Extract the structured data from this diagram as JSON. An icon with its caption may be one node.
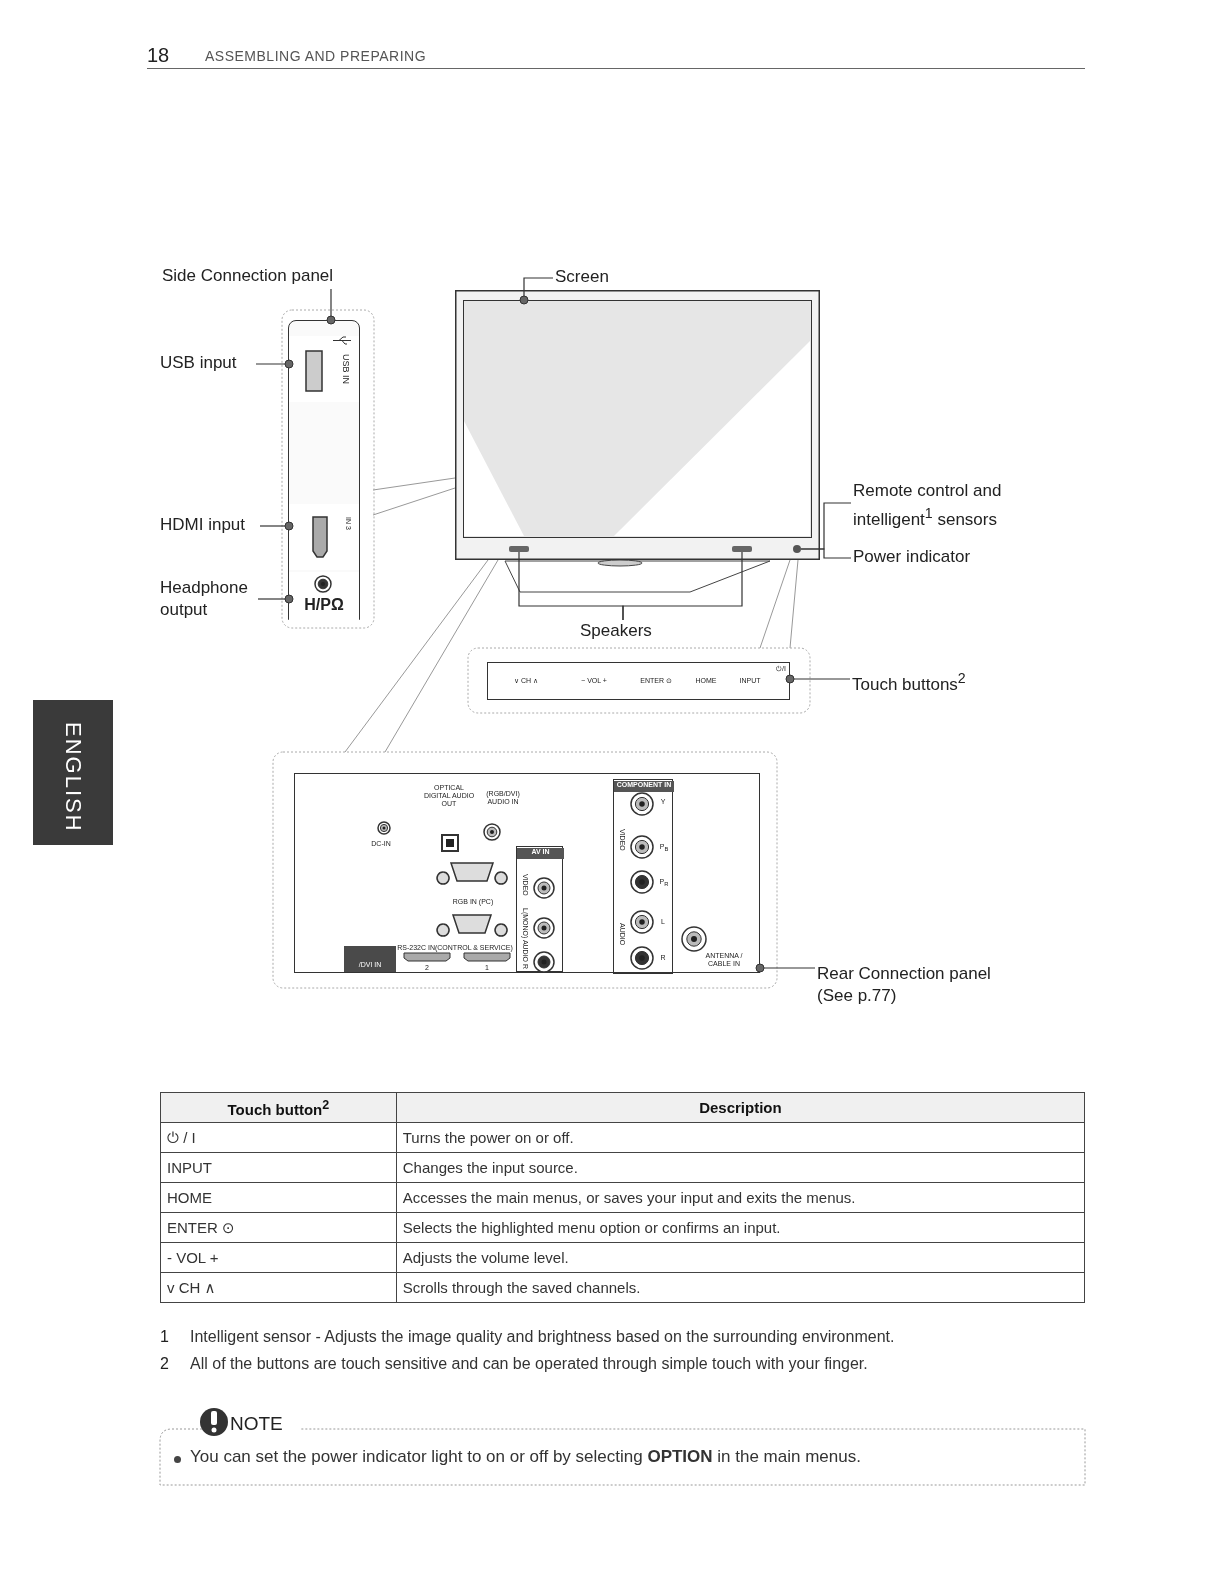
{
  "diagram": {
    "nodes": [
      {
        "text": [
          "Side Connection panel"
        ]
      },
      {
        "text": [],
        "shape": "box"
      },
      {
        "text": [
          "USB input"
        ]
      },
      {
        "text": [
          "USB IN"
        ],
        "in": 1
      },
      {
        "text": [
          "HDMI input"
        ]
      },
      {
        "text": [
          "IN 3"
        ],
        "in": 1
      },
      {
        "text": [
          "Headphone output"
        ]
      },
      {
        "text": [
          "H/PΩ"
        ],
        "in": 1
      },
      {
        "text": [
          "Screen"
        ]
      },
      {
        "text": [],
        "shape": "box"
      },
      {
        "text": [],
        "shape": "box",
        "in": 9
      },
      {
        "text": [],
        "shape": "bar",
        "in": 9
      },
      {
        "text": [],
        "shape": "bar",
        "in": 9
      },
      {
        "text": [],
        "shape": "circle",
        "in": 9
      },
      {
        "text": [
          "Remote control and intelligent$^{1}$ sensors"
        ]
      },
      {
        "text": [
          "Power indicator"
        ]
      },
      {
        "text": [
          "Speakers"
        ]
      },
      {
        "text": [
          "∨ CH ∧",
          "− VOL +",
          "ENTER ⊙",
          "HOME",
          "INPUT",
          "⏻/I"
        ]
      },
      {
        "text": [
          "Touch buttons$^{2}$"
        ]
      },
      {
        "text": [
          "OPTICAL DIGITAL AUDIO OUT",
          "(RGB/DVI) AUDIO IN",
          "DC-IN",
          "RGB IN (PC)",
          "RS-232C IN(CONTROL & SERVICE)",
          "ANTENNA / CABLE IN",
          "2",
          "1"
        ]
      },
      {
        "text": [
          "/DVI IN"
        ],
        "in": 19
      },
      {
        "text": [
          "AV IN",
          "VIDEO",
          "L(MONO) AUDIO R"
        ],
        "in": 19
      },
      {
        "text": [
          "COMPONENT IN",
          "Y",
          "P$_{B}$",
          "P$_{R}$",
          "L",
          "R",
          "VIDEO",
          "AUDIO"
        ],
        "in": 19
      },
      {
        "text": [
          "Rear Connection panel (See p.77)"
        ]
      }
    ],
    "edges": [
      {
        "from": 0,
        "to": 1,
        "arrow": "other"
      },
      {
        "from": 2,
        "to": 3,
        "arrow": "other"
      },
      {
        "from": 4,
        "to": 5,
        "arrow": "other"
      },
      {
        "from": 6,
        "to": 7,
        "arrow": "other"
      },
      {
        "from": 8,
        "to": 10,
        "arrow": "other"
      },
      {
        "from": 14,
        "to": 13,
        "arrow": "none"
      },
      {
        "from": 15,
        "to": 13,
        "arrow": "none"
      },
      {
        "from": 16,
        "to": 11,
        "arrow": "none"
      },
      {
        "from": 16,
        "to": 12,
        "arrow": "none"
      },
      {
        "from": 18,
        "to": 17,
        "arrow": "other"
      },
      {
        "from": 23,
        "to": 19,
        "arrow": "other"
      }
    ],
    "labels": [
      "18",
      "ASSEMBLING AND PREPARING",
      "ENGLISH",
      "Touch button$^{2}$",
      "Description",
      "⏻ / I",
      "Turns the power on or off.",
      "INPUT",
      "Changes the input source.",
      "HOME",
      "Accesses the main menus, or saves your input and exits the menus.",
      "ENTER ⊙",
      "Selects the highlighted menu option or confirms an input.",
      "- VOL +",
      "Adjusts the volume level.",
      "v CH ∧",
      "Scrolls through the saved channels.",
      "1",
      "Intelligent sensor - Adjusts the image quality and brightness based on the surrounding environment.",
      "2",
      "All of the buttons are touch sensitive and can be operated through simple touch with your finger.",
      "NOTE",
      "You can set the power indicator light to on or off by selecting **OPTION** in the main menus."
    ]
  }
}
